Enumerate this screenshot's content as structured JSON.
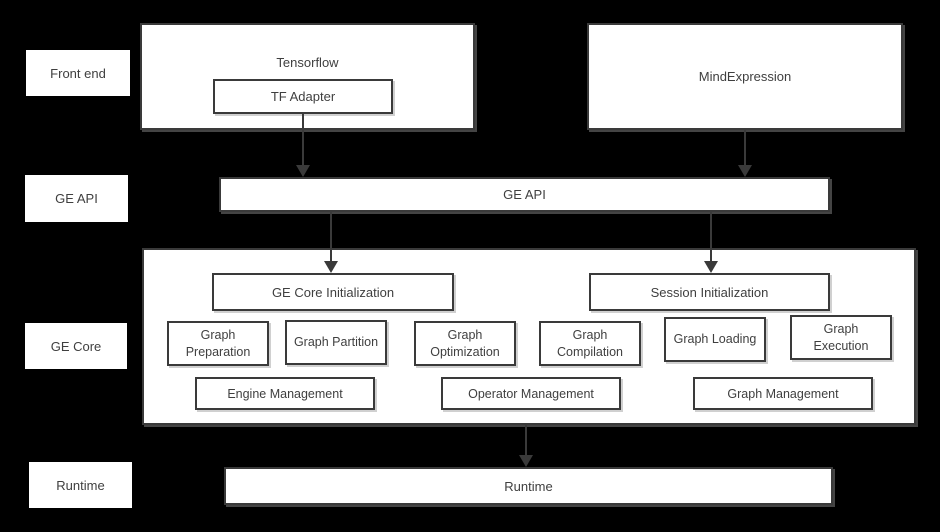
{
  "row_labels": [
    "Front end",
    "GE API",
    "GE Core",
    "Runtime"
  ],
  "front_end": {
    "tensorflow_label": "Tensorflow",
    "tf_adapter_label": "TF Adapter",
    "mindexpression_label": "MindExpression"
  },
  "ge_api": {
    "bar_label": "GE API"
  },
  "ge_core": {
    "init_label": "GE Core Initialization",
    "session_label": "Session Initialization",
    "modules": [
      "Graph Preparation",
      "Graph Partition",
      "Graph Optimization",
      "Graph Compilation",
      "Graph Loading",
      "Graph Execution"
    ],
    "management": [
      "Engine Management",
      "Operator Management",
      "Graph Management"
    ]
  },
  "runtime": {
    "bar_label": "Runtime"
  },
  "colors": {
    "background": "#000000",
    "box_fill": "#ffffff",
    "box_border": "#3a3a3a",
    "text": "#3f3f3f",
    "arrow": "#3a3a3a",
    "shadow": "#969696"
  }
}
